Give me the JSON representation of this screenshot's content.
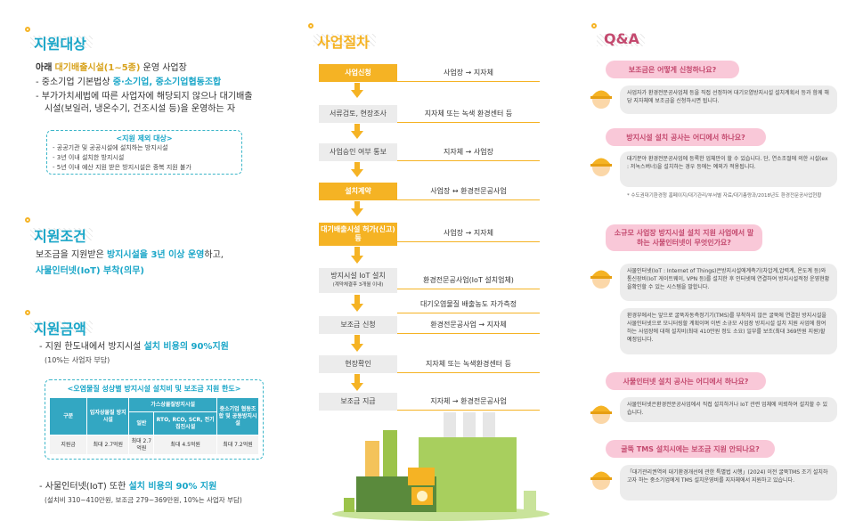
{
  "left": {
    "target": {
      "title": "지원대상",
      "line1_a": "아래",
      "line1_b": "대기배출시설(1~5종)",
      "line1_c": "운영 사업장",
      "line2_a": "- 중소기업 기본법상",
      "line2_b": "중·소기업, 중소기업협동조합",
      "line3": "- 부가가치세법에 따른 사업자에 해당되지 않으나 대기배출",
      "line4": "시설(보일러, 냉온수기, 건조시설 등)을 운영하는 자",
      "excl_title": "<지원 제외 대상>",
      "excl": [
        "- 공공기관 및 공공시설에 설치하는 방지시설",
        "- 3년 이내 설치한 방지시설",
        "- 5년 이내 예산 지원 받은 방지시설은 중복 지원 불가"
      ]
    },
    "condition": {
      "title": "지원조건",
      "l1_a": "보조금을 지원받은",
      "l1_b": "방지시설을 3년 이상 운영",
      "l1_c": "하고,",
      "l2": "사물인터넷(IoT) 부착(의무)"
    },
    "amount": {
      "title": "지원금액",
      "l1_a": "- 지원 한도내에서 방지시설",
      "l1_b": "설치 비용의 90%지원",
      "l2": "(10%는 사업자 부담)",
      "table_title": "<오염물질 성상별 방지시설 설치비 및 보조금 지원 한도>",
      "h_gubun": "구분",
      "h_dust": "입자상물질 방지시설",
      "h_gas": "가스상물질방지시설",
      "h_general": "일반",
      "h_rto": "RTO, RCO, SCR, 전기 집진시설",
      "h_union": "중소기업 협동조합 및 공동방지시설",
      "r_label": "지원금",
      "r_dust": "최대 2.7억원",
      "r_general": "최대 2.7억원",
      "r_rto": "최대 4.5억원",
      "r_union": "최대 7.2억원",
      "iot_a": "- 사물인터넷(IoT) 또한",
      "iot_b": "설치 비용의 90% 지원",
      "iot_c": "(설치비 310~410만원, 보조금 279~369만원, 10%는 사업자 부담)"
    }
  },
  "middle": {
    "title": "사업절차",
    "steps": [
      {
        "label": "사업신청",
        "desc": "사업장 → 지자체"
      },
      {
        "label": "서류검토, 현장조사",
        "desc": "지자체 또는 녹색 환경센터 등"
      },
      {
        "label": "사업승인 여부 통보",
        "desc": "지자체 → 사업장"
      },
      {
        "label": "설치계약",
        "desc": "사업장 ↔ 환경전문공사업"
      },
      {
        "label": "대기배출시설 허가(신고) 등",
        "desc": "사업장 → 지자체"
      },
      {
        "label": "방지시설 IoT 설치",
        "sub": "(계약체결후 3개월 이내)",
        "desc": "환경전문공사업(IoT 설치업체)"
      },
      {
        "label": "",
        "desc": "대기오염물질 배출농도 자가측정"
      },
      {
        "label": "보조금 신청",
        "desc": "환경전문공사업 → 지자체"
      },
      {
        "label": "현장확인",
        "desc": "지자체 또는 녹색환경센터 등"
      },
      {
        "label": "보조금 지급",
        "desc": "지자체 → 환경전문공사업"
      }
    ]
  },
  "right": {
    "title": "Q&A",
    "qas": [
      {
        "q": "보조금은 어떻게 신청하나요?",
        "a": "사업자가 환경전문공사업체 등을 직접 선정하여 대기오염방지시설 설치계획서 등과 함께 해당 지자체에 보조금을 신청하시면 됩니다."
      },
      {
        "q": "방지시설 설치 공사는 어디에서 하나요?",
        "a": "대기분야 환경전문공사업에 등록한 업체만이 할 수 있습니다. 단, 연소조절에 의한 시설(ex : 저녹스버너)을 설치하는 경우 등에는 예외가 적용됩니다.",
        "note": "* 수도권대기환경청 홈페이지/대기관리/부서별 자료/대기총량과/2018년도 환경전문공사업현황"
      },
      {
        "q": "소규모 사업장 방지시설 설치 지원 사업에서 말하는 사물인터넷이 무엇인가요?",
        "a": "사물인터넷(IoT : Internet of Things)은방지시설에계측기(차압계,압력계, 온도계 등)와 통신장비(IoT 게이트웨이, VPN 등)를 설치한 후 인터넷에 연결하여 방지시설적정 운영현황을확인할 수 있는 시스템을 말합니다.",
        "a2": "환경부에서는 앞으로 굴뚝자동측정기기(TMS)를 부착하지 않은 굴뚝에 연결된 방지시설을 사물인터넷으로 모니터링할 계획이며 이번 소규모 사업장 방지시설 설치 지원 사업에 참여하는 사업장에 대해 설치비(최대 410만원 정도 소요) 일부를 보조(최대 369만원 지원)할 예정입니다."
      },
      {
        "q": "사물인터넷 설치 공사는 어디에서 하나요?",
        "a": "사물인터넷은환경전문공사업에서 직접 설치하거나 IoT 관련 업체에 의뢰하여 설치할 수 있습니다."
      },
      {
        "q": "굴뚝 TMS 설치시에는 보조금 지원 안되나요?",
        "a": "「대기관리권역의 대기환경개선에 관한 특별법 시행」(2024) 이전 굴뚝TMS 조기 설치하고자 하는 중소기업에게 TMS 설치운영비를 지자체에서 지원하고 있습니다."
      }
    ]
  },
  "colors": {
    "accent": "#1aa6c8",
    "yellow": "#f5b324",
    "pink": "#f9c8d8"
  }
}
